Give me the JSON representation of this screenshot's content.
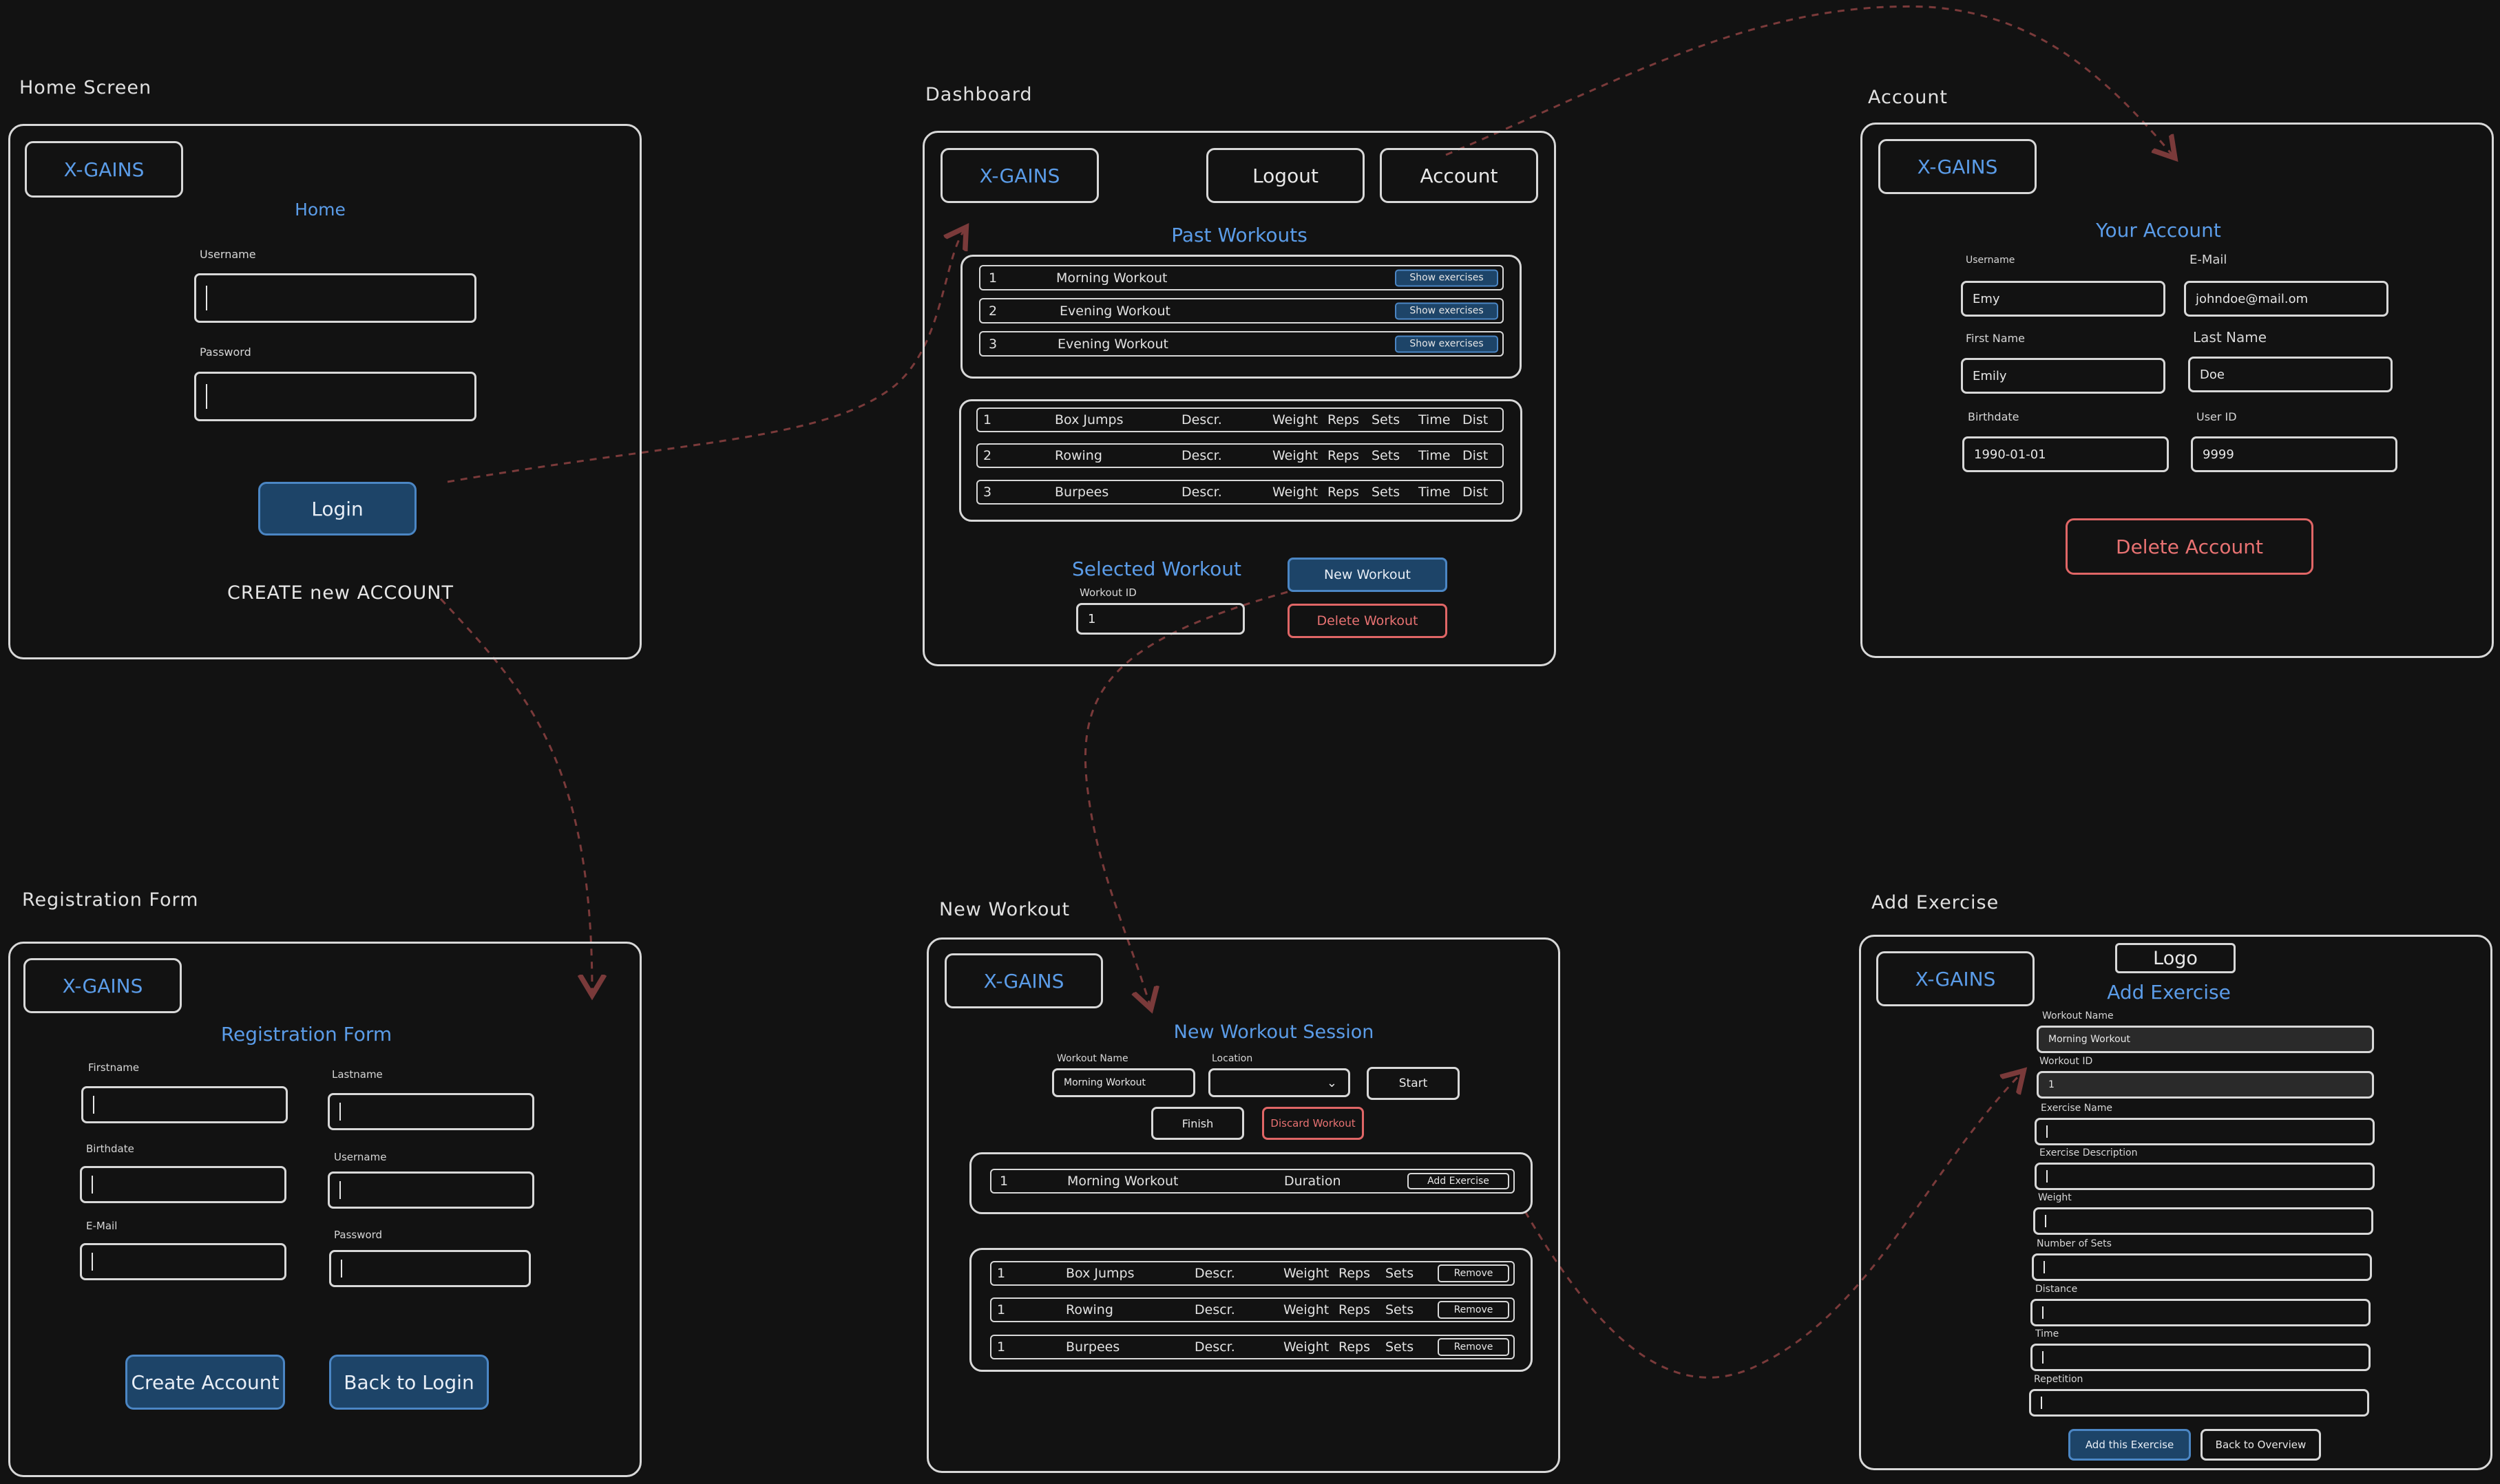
{
  "brand": "X-GAINS",
  "home": {
    "title": "Home Screen",
    "heading": "Home",
    "username_label": "Username",
    "password_label": "Password",
    "login_button": "Login",
    "create_link": "CREATE new ACCOUNT"
  },
  "dashboard": {
    "title": "Dashboard",
    "logout_button": "Logout",
    "account_button": "Account",
    "past_heading": "Past Workouts",
    "show_label": "Show exercises",
    "past_workouts": [
      {
        "id": "1",
        "name": "Morning Workout"
      },
      {
        "id": "2",
        "name": "Evening Workout"
      },
      {
        "id": "3",
        "name": "Evening Workout"
      }
    ],
    "exercises": [
      {
        "id": "1",
        "name": "Box Jumps"
      },
      {
        "id": "2",
        "name": "Rowing"
      },
      {
        "id": "3",
        "name": "Burpees"
      }
    ],
    "cols": {
      "descr": "Descr.",
      "weight": "Weight",
      "reps": "Reps",
      "sets": "Sets",
      "time": "Time",
      "dist": "Dist"
    },
    "selected_heading": "Selected Workout",
    "workout_id_label": "Workout ID",
    "workout_id_value": "1",
    "new_workout_button": "New Workout",
    "delete_workout_button": "Delete Workout"
  },
  "account": {
    "title": "Account",
    "heading": "Your Account",
    "username_label": "Username",
    "username_value": "Emy",
    "email_label": "E-Mail",
    "email_value": "johndoe@mail.om",
    "first_label": "First Name",
    "first_value": "Emily",
    "last_label": "Last Name",
    "last_value": "Doe",
    "birth_label": "Birthdate",
    "birth_value": "1990-01-01",
    "userid_label": "User ID",
    "userid_value": "9999",
    "delete_button": "Delete Account"
  },
  "registration": {
    "title": "Registration Form",
    "heading": "Registration Form",
    "firstname_label": "Firstname",
    "lastname_label": "Lastname",
    "birthdate_label": "Birthdate",
    "username_label": "Username",
    "email_label": "E-Mail",
    "password_label": "Password",
    "create_button": "Create Account",
    "back_button": "Back to Login"
  },
  "new_workout": {
    "title": "New Workout",
    "heading": "New Workout Session",
    "name_label": "Workout Name",
    "name_value": "Morning Workout",
    "location_label": "Location",
    "location_chevron": "⌄",
    "start_button": "Start",
    "finish_button": "Finish",
    "discard_button": "Discard Workout",
    "session": {
      "id": "1",
      "name": "Morning Workout",
      "duration": "Duration",
      "add": "Add Exercise"
    },
    "remove_label": "Remove",
    "exercises": [
      {
        "id": "1",
        "name": "Box Jumps"
      },
      {
        "id": "1",
        "name": "Rowing"
      },
      {
        "id": "1",
        "name": "Burpees"
      }
    ],
    "cols": {
      "descr": "Descr.",
      "weight": "Weight",
      "reps": "Reps",
      "sets": "Sets"
    }
  },
  "add_exercise": {
    "title": "Add Exercise",
    "logo_text": "Logo",
    "heading": "Add Exercise",
    "workout_name_label": "Workout Name",
    "workout_name_value": "Morning Workout",
    "workout_id_label": "Workout ID",
    "workout_id_value": "1",
    "exercise_name_label": "Exercise Name",
    "exercise_desc_label": "Exercise Description",
    "weight_label": "Weight",
    "sets_label": "Number of Sets",
    "distance_label": "Distance",
    "time_label": "Time",
    "repetition_label": "Repetition",
    "add_button": "Add this Exercise",
    "back_button": "Back to Overview"
  },
  "colors": {
    "accent": "#5b9ce8",
    "danger": "#e06666",
    "arrow": "#7a3a3a",
    "button_fill": "#1d4468"
  }
}
